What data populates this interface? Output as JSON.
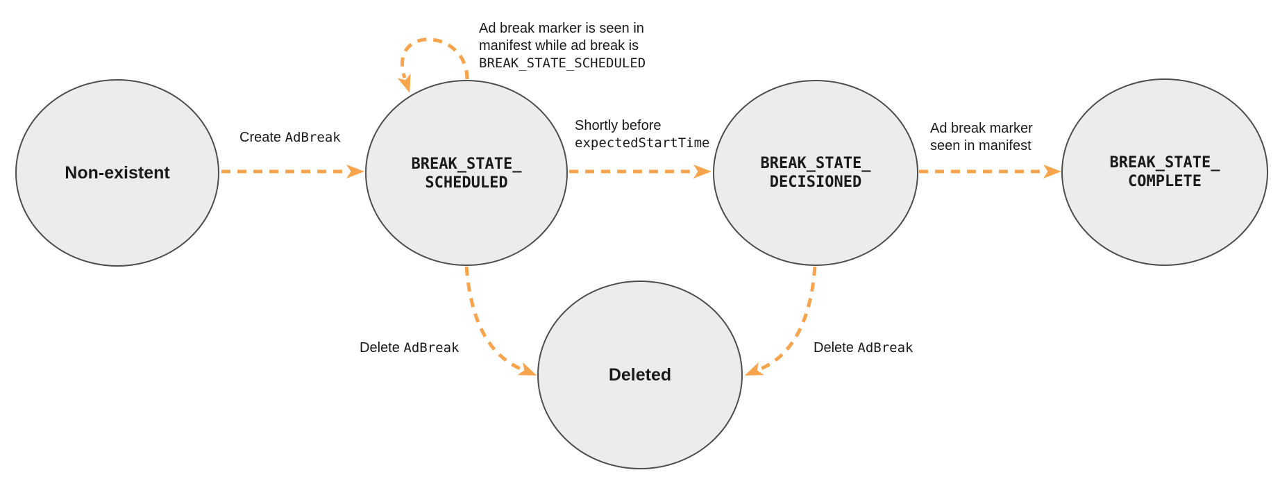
{
  "diagram": {
    "type": "state-diagram",
    "colors": {
      "arrow": "#F8A44C",
      "node_fill": "#ECECEC",
      "node_stroke": "#4D4D4D",
      "text": "#1A1A1A"
    },
    "nodes": [
      {
        "id": "non-existent",
        "label": "Non-existent"
      },
      {
        "id": "break-state-scheduled",
        "line1": "BREAK_STATE_",
        "line2": "SCHEDULED"
      },
      {
        "id": "break-state-decisioned",
        "line1": "BREAK_STATE_",
        "line2": "DECISIONED"
      },
      {
        "id": "break-state-complete",
        "line1": "BREAK_STATE_",
        "line2": "COMPLETE"
      },
      {
        "id": "deleted",
        "label": "Deleted"
      }
    ],
    "edges": [
      {
        "id": "create",
        "from": "non-existent",
        "to": "break-state-scheduled",
        "label_text": "Create",
        "label_code": "AdBreak"
      },
      {
        "id": "self-loop",
        "from": "break-state-scheduled",
        "to": "break-state-scheduled",
        "label_line1": "Ad break marker is seen in",
        "label_line2": "manifest while ad break is",
        "label_code": "BREAK_STATE_SCHEDULED"
      },
      {
        "id": "decision",
        "from": "break-state-scheduled",
        "to": "break-state-decisioned",
        "label_line1": "Shortly before",
        "label_code": "expectedStartTime"
      },
      {
        "id": "complete",
        "from": "break-state-decisioned",
        "to": "break-state-complete",
        "label_line1": "Ad break marker",
        "label_line2": "seen in manifest"
      },
      {
        "id": "delete-from-scheduled",
        "from": "break-state-scheduled",
        "to": "deleted",
        "label_text": "Delete",
        "label_code": "AdBreak"
      },
      {
        "id": "delete-from-decisioned",
        "from": "break-state-decisioned",
        "to": "deleted",
        "label_text": "Delete",
        "label_code": "AdBreak"
      }
    ]
  }
}
